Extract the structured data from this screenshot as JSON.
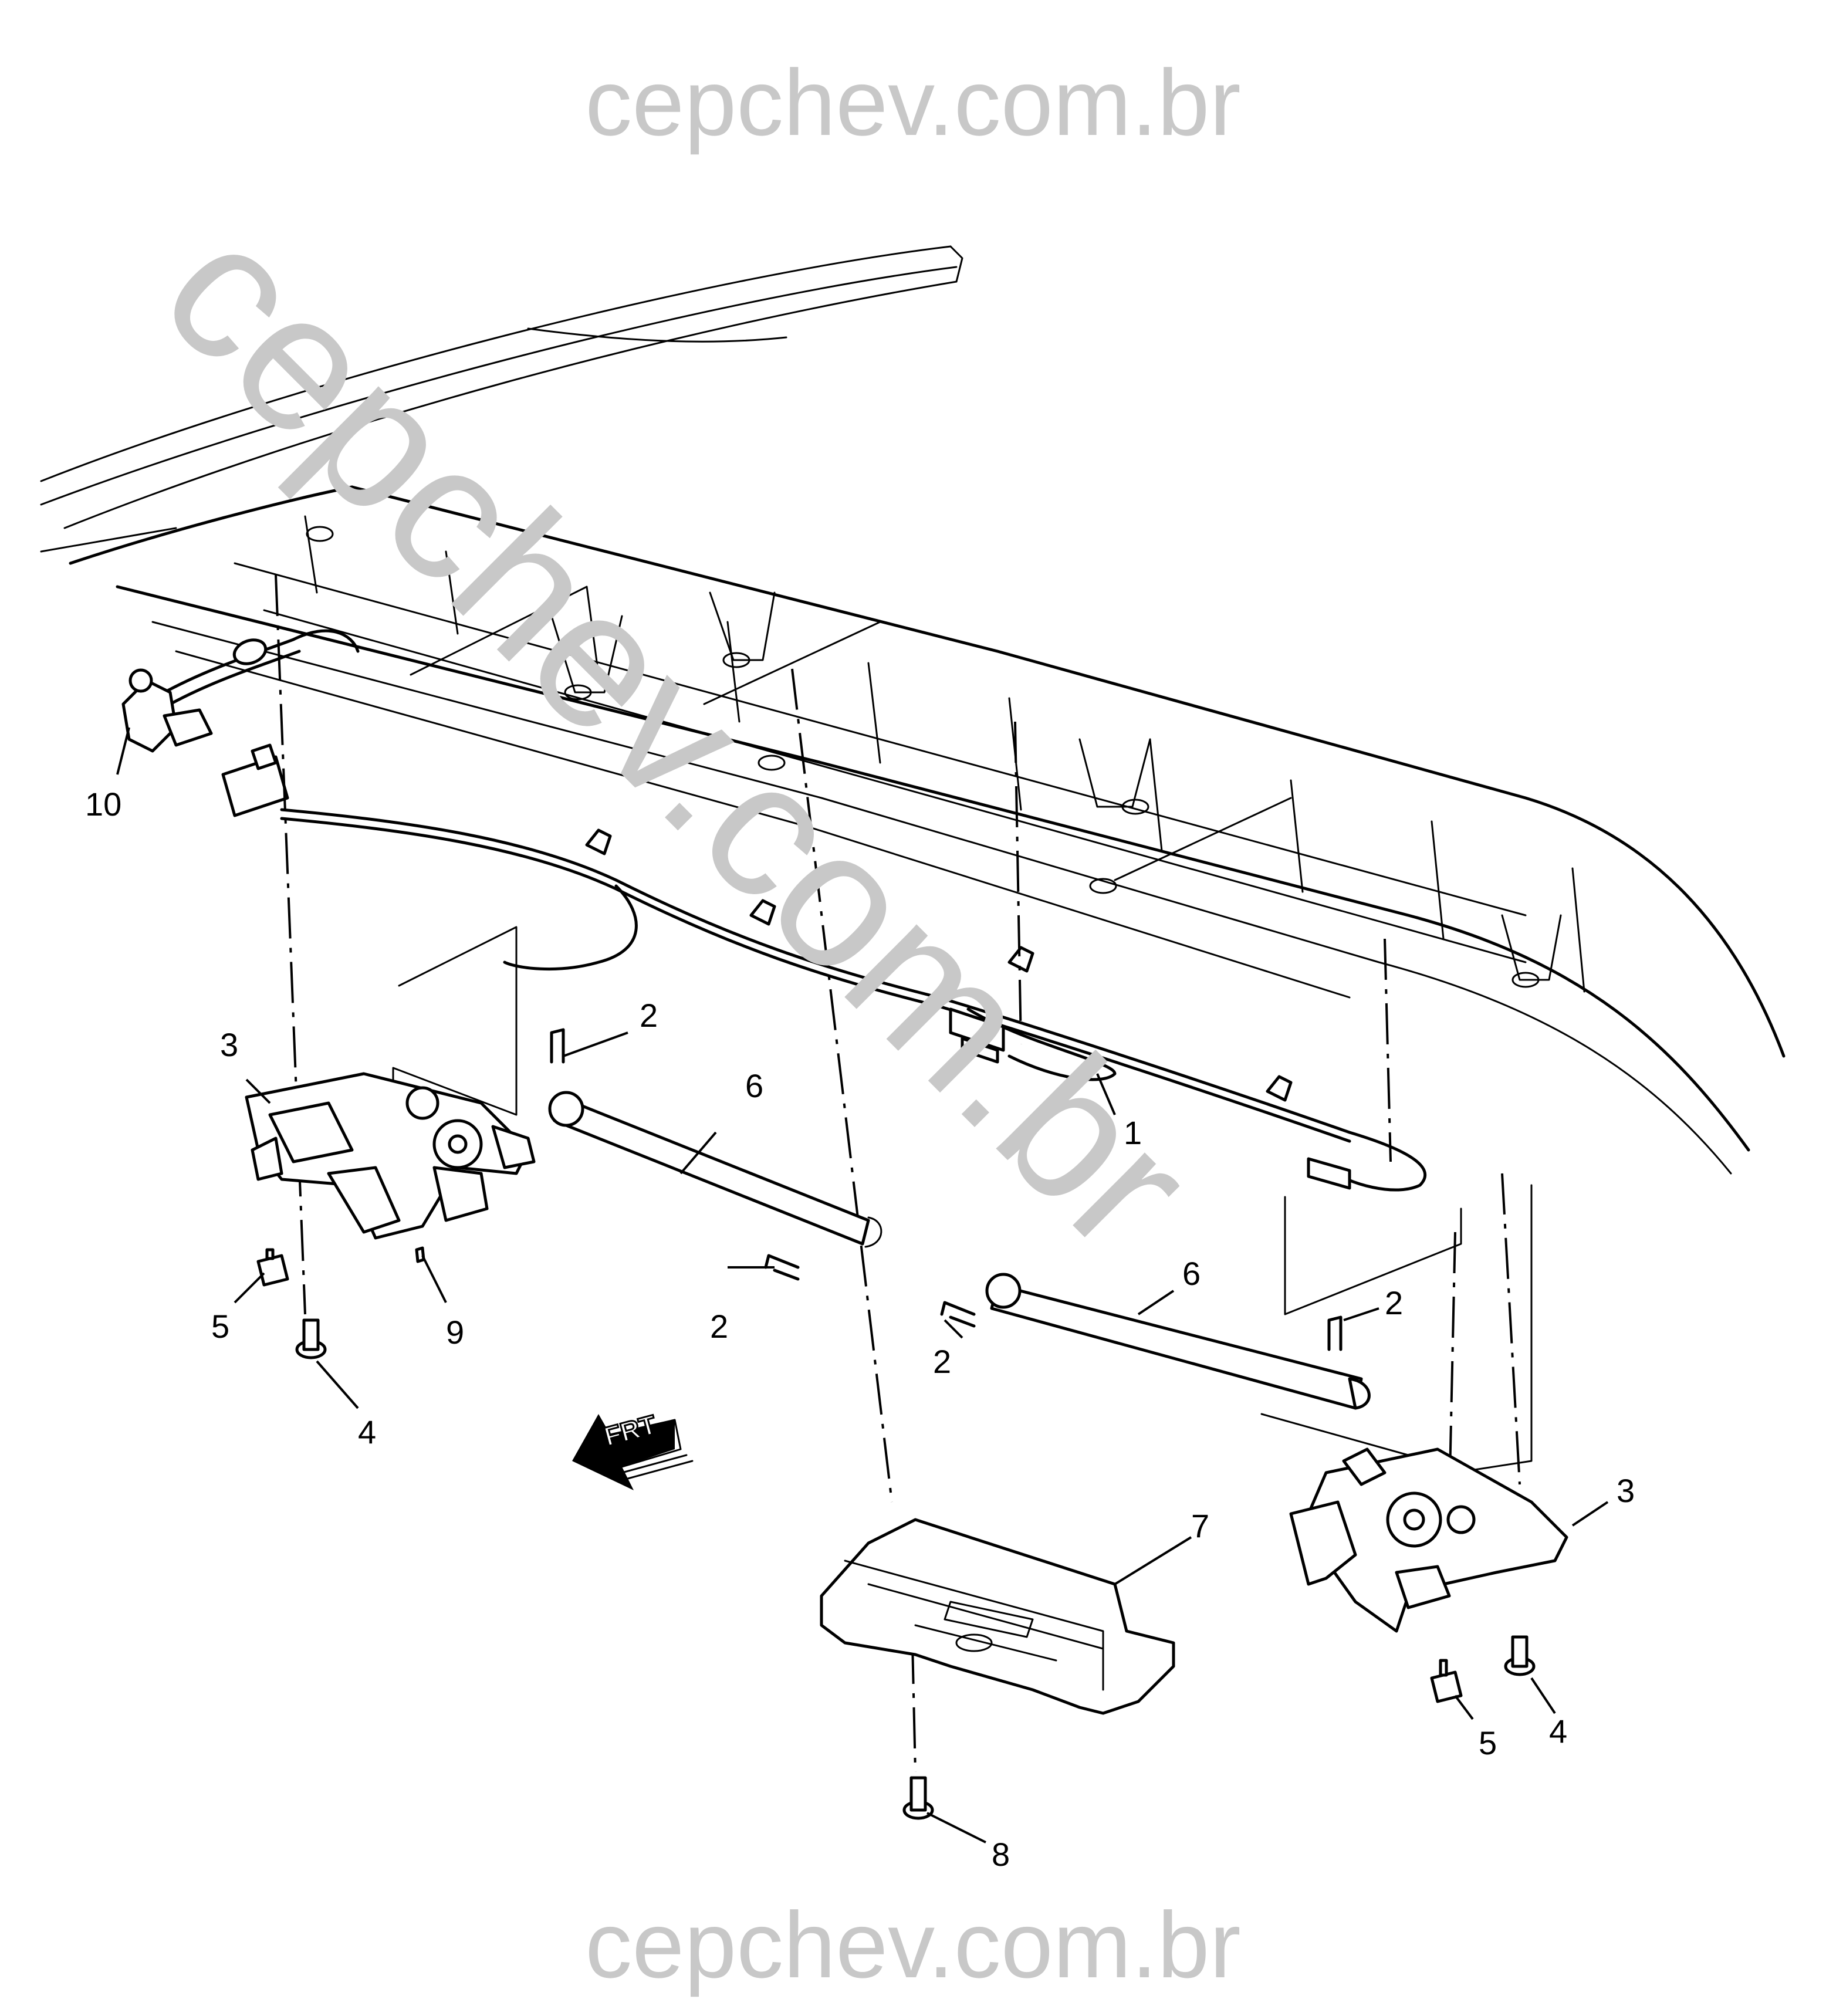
{
  "watermarks": {
    "top": "cepchev.com.br",
    "bottom": "cepchev.com.br",
    "diagonal": "cepchev.com.br"
  },
  "front_indicator": {
    "label": "FRT"
  },
  "callouts": [
    {
      "id": "c1",
      "label": "1"
    },
    {
      "id": "c2a",
      "label": "2"
    },
    {
      "id": "c2b",
      "label": "2"
    },
    {
      "id": "c2c",
      "label": "2"
    },
    {
      "id": "c2d",
      "label": "2"
    },
    {
      "id": "c3a",
      "label": "3"
    },
    {
      "id": "c3b",
      "label": "3"
    },
    {
      "id": "c4a",
      "label": "4"
    },
    {
      "id": "c4b",
      "label": "4"
    },
    {
      "id": "c5a",
      "label": "5"
    },
    {
      "id": "c5b",
      "label": "5"
    },
    {
      "id": "c6a",
      "label": "6"
    },
    {
      "id": "c6b",
      "label": "6"
    },
    {
      "id": "c7",
      "label": "7"
    },
    {
      "id": "c8",
      "label": "8"
    },
    {
      "id": "c9",
      "label": "9"
    },
    {
      "id": "c10",
      "label": "10"
    }
  ]
}
